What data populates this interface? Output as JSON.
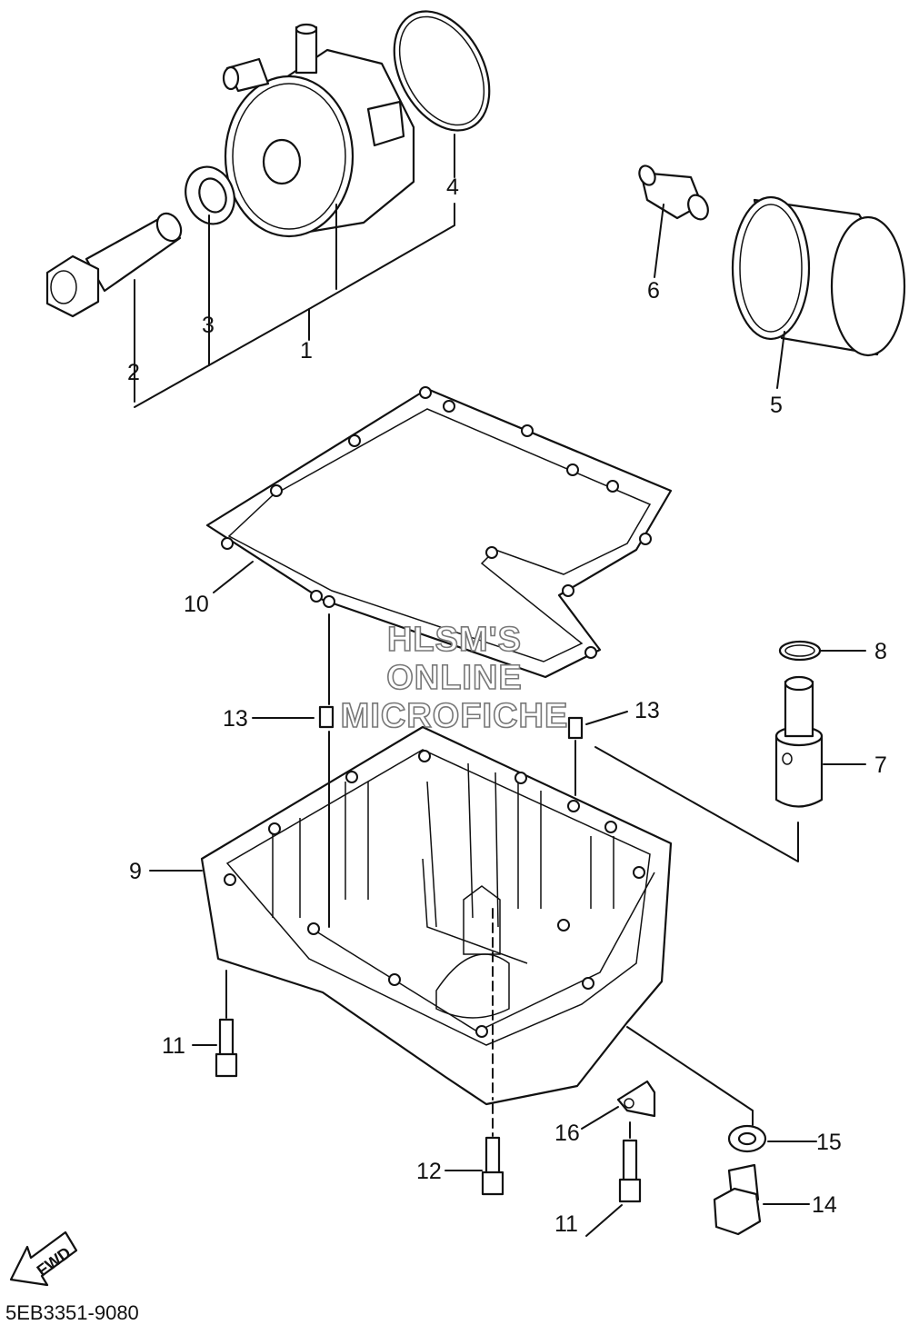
{
  "diagram": {
    "drawing_code": "5EB3351-9080",
    "watermark": [
      "HLSM'S",
      "ONLINE",
      "MICROFICHE"
    ],
    "fwd_label": "FWD",
    "callouts": [
      "1",
      "2",
      "3",
      "4",
      "5",
      "6",
      "7",
      "8",
      "9",
      "10",
      "11",
      "11",
      "12",
      "13",
      "13",
      "14",
      "15",
      "16"
    ]
  }
}
